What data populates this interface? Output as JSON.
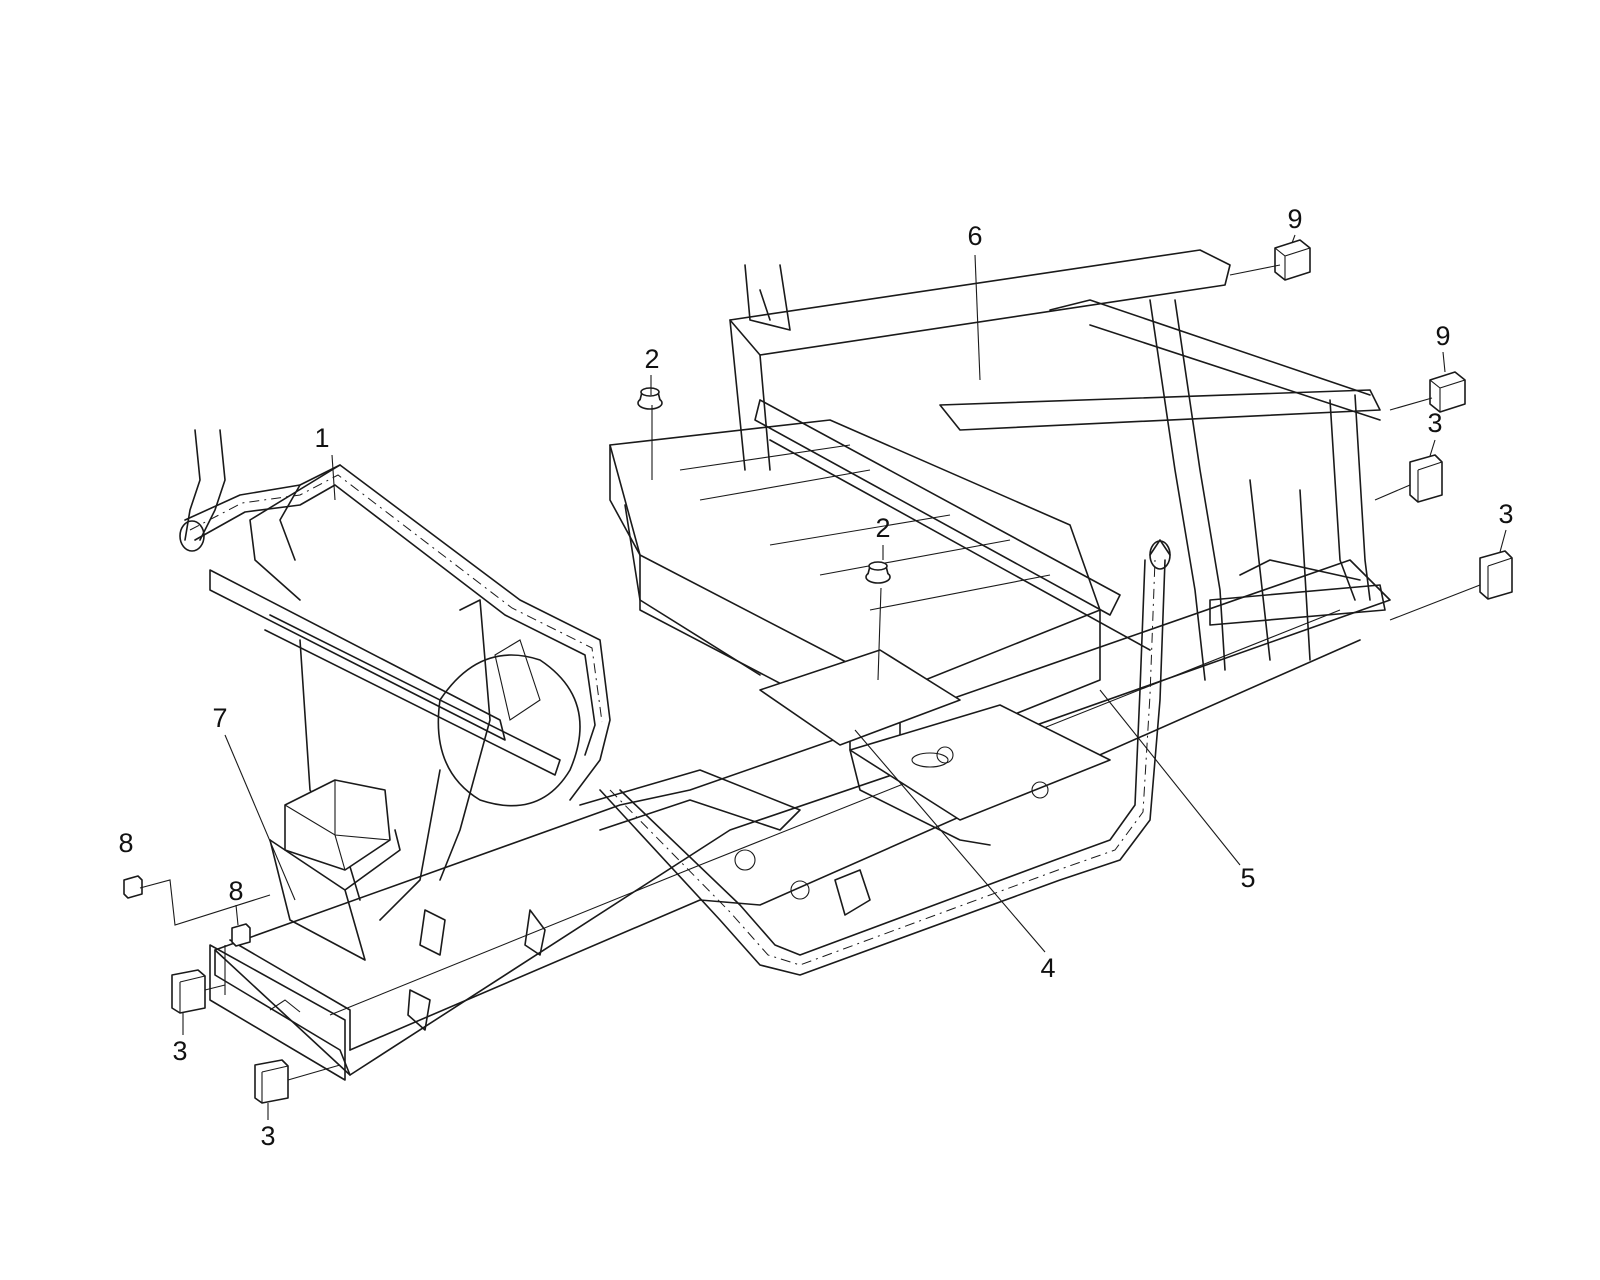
{
  "colors": {
    "line": "#1a1a1a",
    "background": "#ffffff"
  },
  "callouts": [
    {
      "id": "c1",
      "label": "1"
    },
    {
      "id": "c2a",
      "label": "2"
    },
    {
      "id": "c2b",
      "label": "2"
    },
    {
      "id": "c3a",
      "label": "3"
    },
    {
      "id": "c3b",
      "label": "3"
    },
    {
      "id": "c3c",
      "label": "3"
    },
    {
      "id": "c3d",
      "label": "3"
    },
    {
      "id": "c4",
      "label": "4"
    },
    {
      "id": "c5",
      "label": "5"
    },
    {
      "id": "c6",
      "label": "6"
    },
    {
      "id": "c7",
      "label": "7"
    },
    {
      "id": "c8a",
      "label": "8"
    },
    {
      "id": "c8b",
      "label": "8"
    },
    {
      "id": "c9a",
      "label": "9"
    },
    {
      "id": "c9b",
      "label": "9"
    }
  ]
}
